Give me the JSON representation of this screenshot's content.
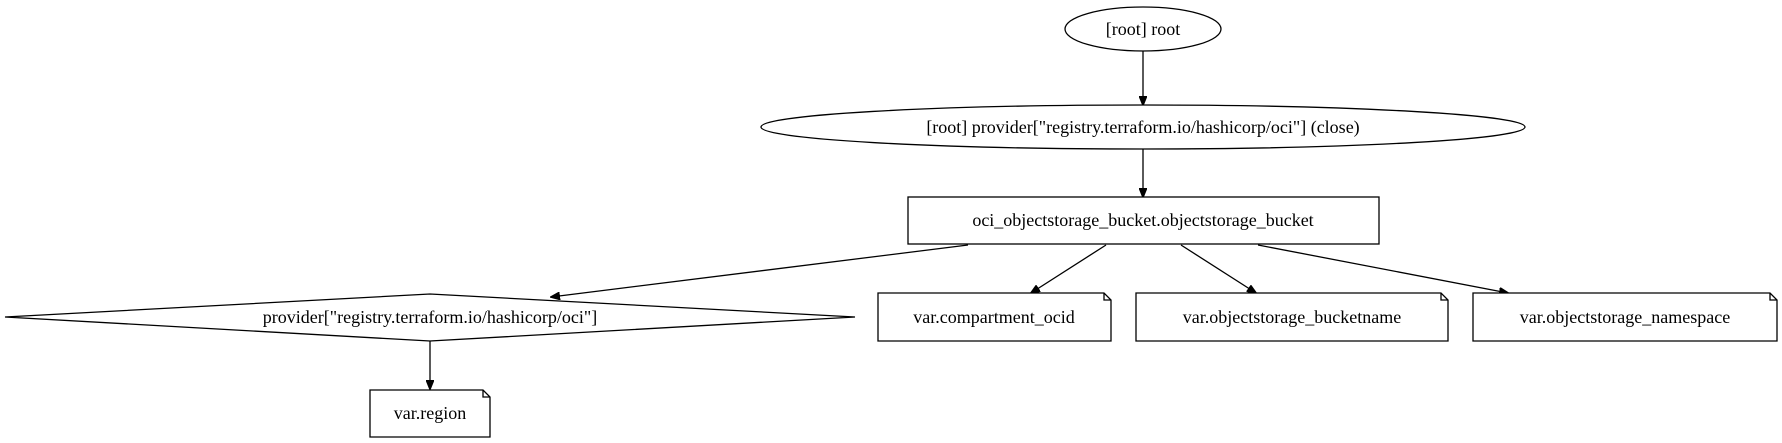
{
  "graph": {
    "nodes": {
      "root": {
        "label": "[root] root",
        "shape": "ellipse"
      },
      "provider_close": {
        "label": "[root] provider[\"registry.terraform.io/hashicorp/oci\"] (close)",
        "shape": "ellipse"
      },
      "bucket": {
        "label": "oci_objectstorage_bucket.objectstorage_bucket",
        "shape": "box"
      },
      "provider": {
        "label": "provider[\"registry.terraform.io/hashicorp/oci\"]",
        "shape": "diamond"
      },
      "var_compartment": {
        "label": "var.compartment_ocid",
        "shape": "note"
      },
      "var_bucketname": {
        "label": "var.objectstorage_bucketname",
        "shape": "note"
      },
      "var_namespace": {
        "label": "var.objectstorage_namespace",
        "shape": "note"
      },
      "var_region": {
        "label": "var.region",
        "shape": "note"
      }
    },
    "edges": [
      {
        "from": "root",
        "to": "provider_close"
      },
      {
        "from": "provider_close",
        "to": "bucket"
      },
      {
        "from": "bucket",
        "to": "provider"
      },
      {
        "from": "bucket",
        "to": "var_compartment"
      },
      {
        "from": "bucket",
        "to": "var_bucketname"
      },
      {
        "from": "bucket",
        "to": "var_namespace"
      },
      {
        "from": "provider",
        "to": "var_region"
      }
    ]
  }
}
